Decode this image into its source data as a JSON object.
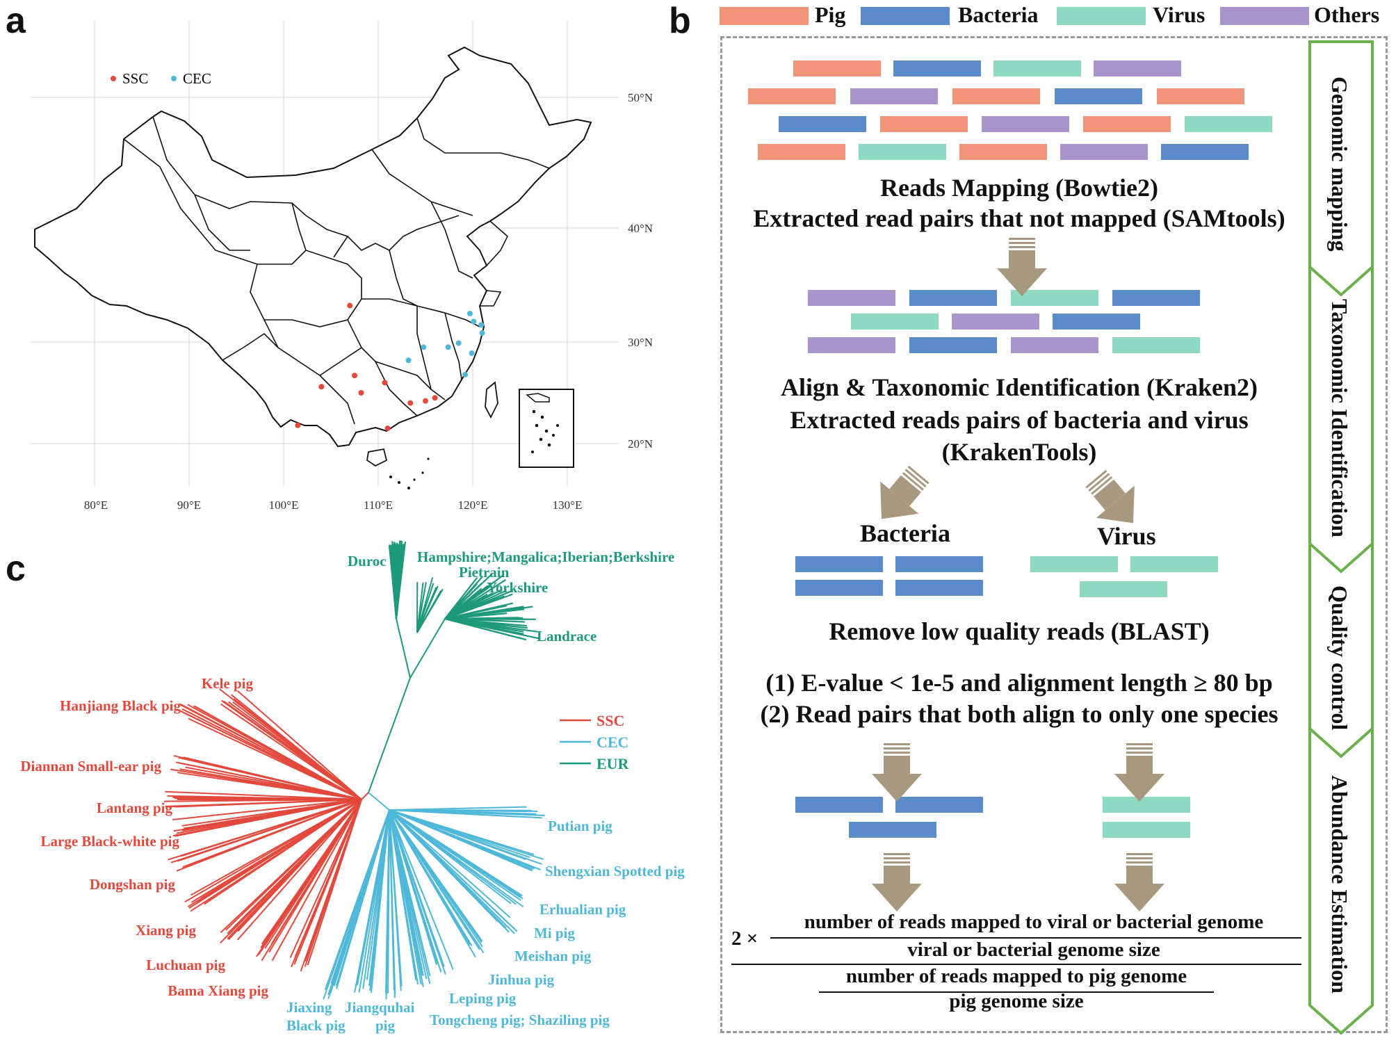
{
  "panels": {
    "a": "a",
    "b": "b",
    "c": "c"
  },
  "map": {
    "legend": [
      {
        "label": "SSC",
        "color": "#e2483c"
      },
      {
        "label": "CEC",
        "color": "#4fb8d8"
      }
    ],
    "lat_labels": [
      "50°N",
      "40°N",
      "30°N",
      "20°N"
    ],
    "lon_labels": [
      "80°E",
      "90°E",
      "100°E",
      "110°E",
      "120°E",
      "130°E"
    ],
    "ssc_points": [
      [
        107.0,
        33.2
      ],
      [
        104.0,
        25.6
      ],
      [
        107.5,
        26.7
      ],
      [
        108.2,
        25.0
      ],
      [
        110.7,
        26.0
      ],
      [
        113.4,
        24.0
      ],
      [
        115.0,
        24.2
      ],
      [
        116.0,
        24.5
      ],
      [
        101.5,
        21.8
      ],
      [
        111.0,
        21.5
      ]
    ],
    "cec_points": [
      [
        119.7,
        32.5
      ],
      [
        120.1,
        31.8
      ],
      [
        120.9,
        31.5
      ],
      [
        114.8,
        29.5
      ],
      [
        117.4,
        29.5
      ],
      [
        118.5,
        29.9
      ],
      [
        113.2,
        28.2
      ],
      [
        119.9,
        28.9
      ],
      [
        119.2,
        26.8
      ],
      [
        121.0,
        30.8
      ]
    ]
  },
  "legend_b": [
    {
      "label": "Pig",
      "color": "#f0957a"
    },
    {
      "label": "Bacteria",
      "color": "#5b8bc9"
    },
    {
      "label": "Virus",
      "color": "#8fd9c2"
    },
    {
      "label": "Others",
      "color": "#a994cb"
    }
  ],
  "workflow": {
    "step1_line1": "Reads Mapping (Bowtie2)",
    "step1_line2": "Extracted read pairs that not mapped (SAMtools)",
    "step2_line1": "Align & Taxonomic Identification (Kraken2)",
    "step2_line2": "Extracted reads pairs of bacteria and virus",
    "step2_line3": "(KrakenTools)",
    "bacteria_label": "Bacteria",
    "virus_label": "Virus",
    "step3": "Remove low quality reads (BLAST)",
    "criterion1": "(1) E-value < 1e-5 and alignment length ≥ 80 bp",
    "criterion2": "(2) Read pairs that both align to only one species",
    "formula_prefix": "2 ×",
    "formula_num_top": "number of reads mapped to viral or bacterial genome",
    "formula_num_bottom": "viral or bacterial genome size",
    "formula_den_top": "number of reads mapped to pig genome",
    "formula_den_bottom": "pig genome size"
  },
  "stages": [
    "Genomic mapping",
    "Taxonomic Identification",
    "Quality control",
    "Abundance  Estimation"
  ],
  "tree": {
    "legend": [
      {
        "label": "SSC",
        "color": "#e2483c"
      },
      {
        "label": "CEC",
        "color": "#4fb8d8"
      },
      {
        "label": "EUR",
        "color": "#1e9a7a"
      }
    ],
    "eur_labels": [
      "Duroc",
      "Hampshire;Mangalica;Iberian;Berkshire",
      "Pietrain",
      "Yorkshire",
      "Landrace"
    ],
    "ssc_labels": [
      "Kele pig",
      "Hanjiang Black pig",
      "Diannan Small-ear pig",
      "Lantang pig",
      "Large Black-white pig",
      "Dongshan pig",
      "Xiang pig",
      "Luchuan pig",
      "Bama Xiang pig"
    ],
    "cec_labels": [
      "Putian pig",
      "Shengxian Spotted pig",
      "Erhualian pig",
      "Mi pig",
      "Meishan pig",
      "Jinhua pig",
      "Leping pig",
      "Tongcheng pig; Shaziling pig",
      "Jiaxing",
      "Black pig",
      "Jiangquhai",
      "pig"
    ]
  }
}
